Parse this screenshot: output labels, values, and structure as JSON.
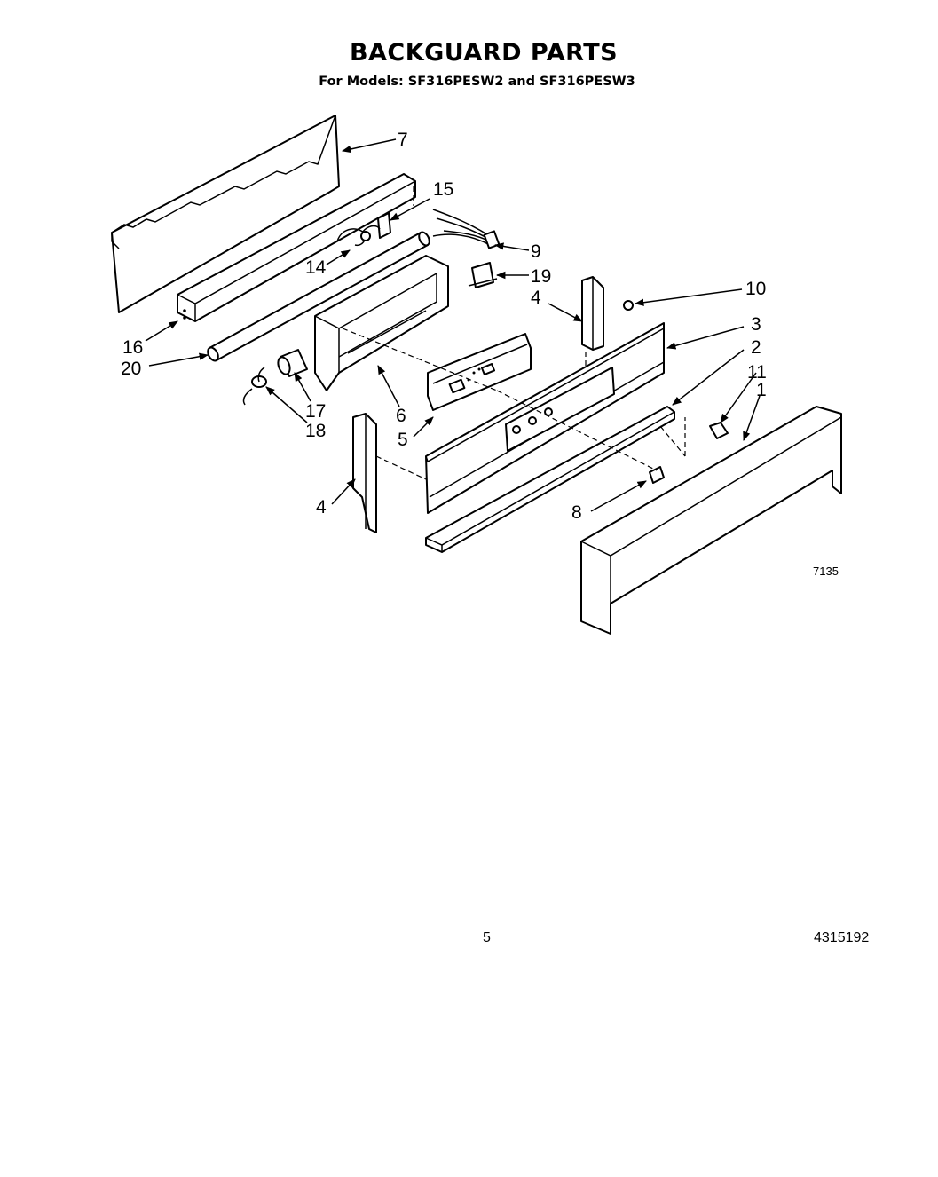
{
  "title": "BACKGUARD PARTS",
  "subtitle": "For Models: SF316PESW2 and SF316PESW3",
  "callouts": {
    "p1": "1",
    "p2": "2",
    "p3": "3",
    "p4a": "4",
    "p4b": "4",
    "p5": "5",
    "p6": "6",
    "p7": "7",
    "p8": "8",
    "p9": "9",
    "p10": "10",
    "p11": "11",
    "p14": "14",
    "p15": "15",
    "p16": "16",
    "p17": "17",
    "p18": "18",
    "p19": "19",
    "p20": "20"
  },
  "figure_number": "7135",
  "page_number": "5",
  "document_number": "4315192"
}
